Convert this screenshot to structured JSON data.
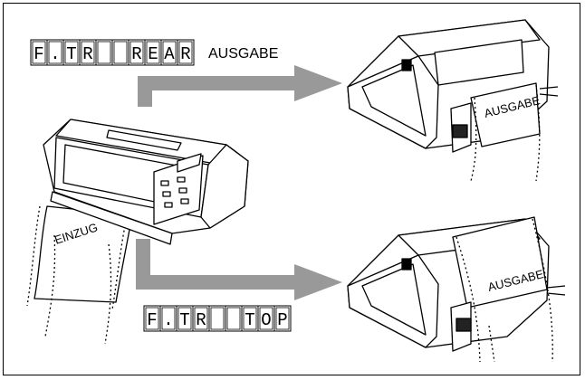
{
  "panel_top": {
    "cells": [
      "F",
      ".",
      "T",
      "R",
      "",
      "",
      "R",
      "E",
      "A",
      "R"
    ],
    "label": "AUSGABE"
  },
  "panel_bottom": {
    "cells": [
      "F",
      ".",
      "T",
      "R",
      "",
      "",
      "T",
      "O",
      "P"
    ]
  },
  "paper_labels": {
    "input": "EINZUG",
    "output_rear": "AUSGABE",
    "output_top": "AUSGABE"
  },
  "colors": {
    "arrow": "#999999",
    "line": "#000000",
    "background": "#ffffff"
  },
  "icons": {
    "arrow_rear": "right-arrow-icon",
    "arrow_top": "right-arrow-icon",
    "printer": "dot-matrix-printer-icon"
  }
}
